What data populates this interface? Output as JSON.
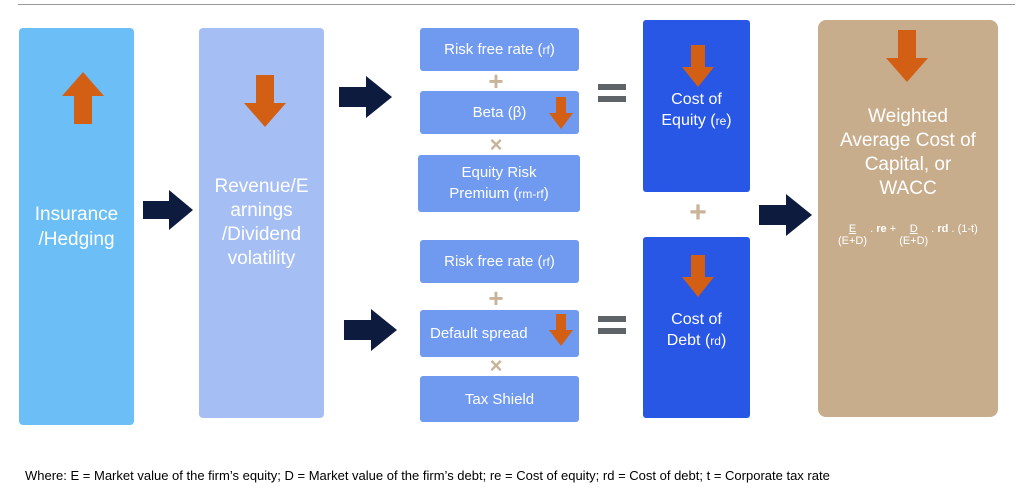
{
  "colors": {
    "insurance_box": "#6bbff6",
    "revenue_box": "#a5bff5",
    "component_box": "#6f9af0",
    "cost_box": "#2856e5",
    "wacc_box": "#c7ad8c",
    "arrow_dark": "#0d1b3e",
    "arrow_orange": "#d35f14",
    "operator": "#c9b49a"
  },
  "insurance": {
    "label": "Insurance\n/Hedging",
    "indicator_icon": "arrow-up-icon"
  },
  "revenue": {
    "label": "Revenue/E\narnings\n/Dividend\nvolatility",
    "indicator_icon": "arrow-down-icon"
  },
  "equity_components": {
    "risk_free": {
      "text": "Risk free rate (",
      "sub": "rf",
      "end": ")"
    },
    "beta": {
      "label": "Beta (β)",
      "indicator_icon": "arrow-down-icon"
    },
    "premium": {
      "line1": "Equity Risk",
      "text": "Premium (",
      "sub": "rm-rf",
      "end": ")"
    },
    "plus": "+",
    "times": "×"
  },
  "debt_components": {
    "risk_free": {
      "text": "Risk free rate (",
      "sub": "rf",
      "end": ")"
    },
    "default_spread": {
      "label": "Default spread",
      "indicator_icon": "arrow-down-icon"
    },
    "tax_shield": "Tax Shield",
    "plus": "+",
    "times": "×"
  },
  "cost_of_equity": {
    "line1": "Cost of",
    "text": "Equity (",
    "sub": "re",
    "end": ")",
    "indicator_icon": "arrow-down-icon"
  },
  "cost_of_debt": {
    "line1": "Cost of",
    "text": "Debt (",
    "sub": "rd",
    "end": ")",
    "indicator_icon": "arrow-down-icon"
  },
  "costs_plus": "+",
  "wacc": {
    "label": "Weighted\nAverage Cost of\nCapital, or\nWACC",
    "indicator_icon": "arrow-down-icon",
    "formula": {
      "num1": "E",
      "den1": "(E+D)",
      "term1": "re",
      "plus": "+",
      "num2": "D",
      "den2": "(E+D)",
      "term2": "rd",
      "tail": "(1-t)"
    }
  },
  "footnote": "Where: E = Market value of the firm’s equity; D = Market value of the firm’s debt; re = Cost of equity; rd = Cost of debt; t = Corporate tax rate"
}
